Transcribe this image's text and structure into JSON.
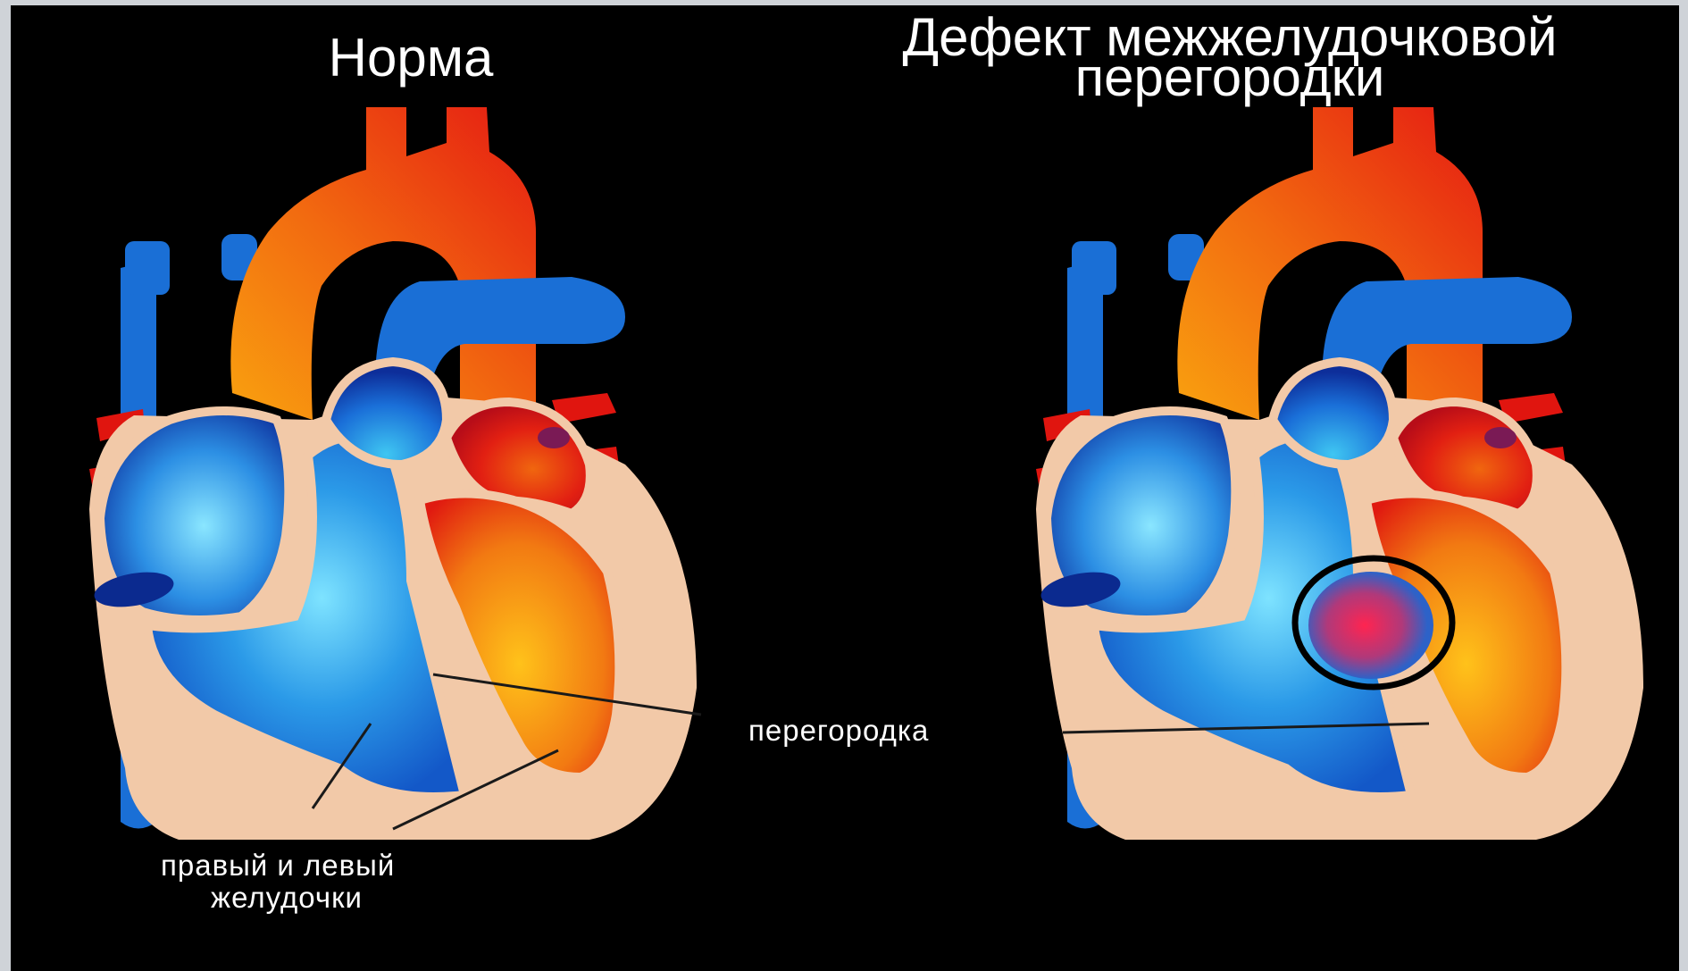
{
  "titles": {
    "normal": "Норма",
    "defect_line1": "Дефект межжелудочковой",
    "defect_line2": "перегородки"
  },
  "labels": {
    "septum": "перегородка",
    "ventricles_line1": "правый и левый",
    "ventricles_line2": "желудочки"
  },
  "colors": {
    "background": "#000000",
    "frame": "#cfd3d8",
    "arterial_red": "#e4170f",
    "arterial_orange": "#f7920f",
    "venous_blue": "#1a73d6",
    "venous_light": "#5fd3ff",
    "myocardium": "#f2c9a8",
    "defect_ring": "#000000"
  },
  "icons": [
    "normal-heart-illustration",
    "defect-heart-illustration"
  ]
}
